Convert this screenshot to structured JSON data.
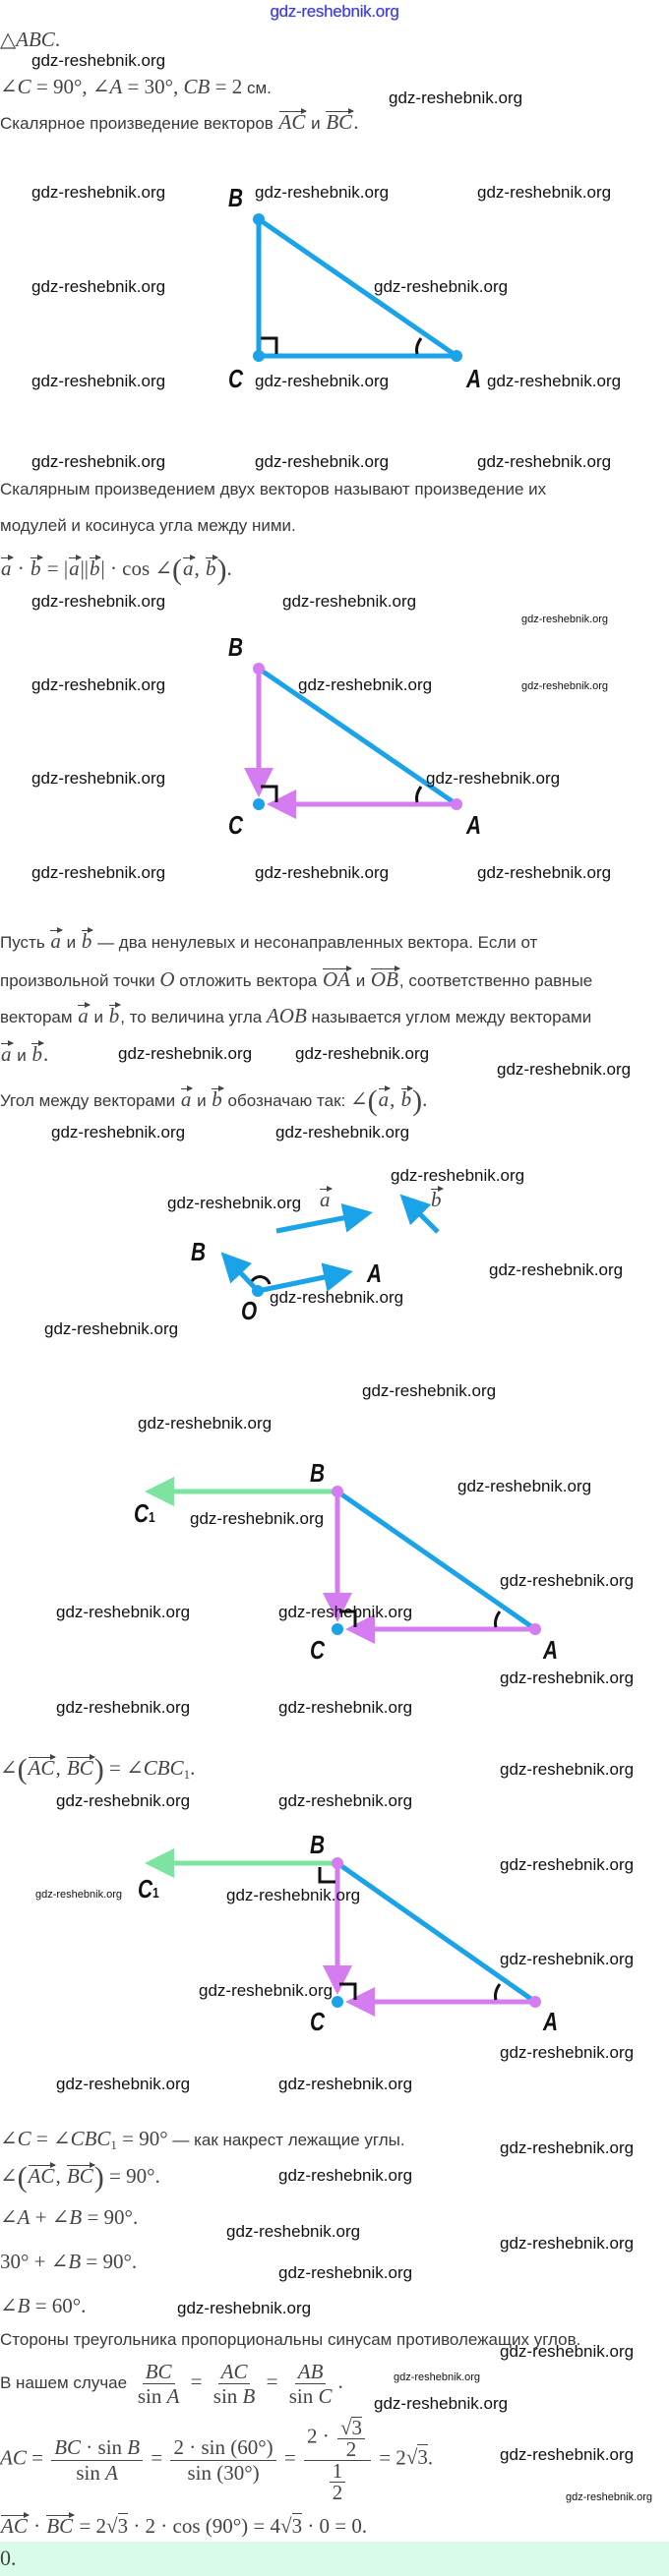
{
  "site_banner": "gdz-reshebnik.org",
  "watermark": "gdz-reshebnik.org",
  "colors": {
    "blue": "#1aa3e8",
    "purple": "#d47cf0",
    "green": "#7de3a0",
    "answer_bg": "#d9fbe9"
  },
  "text": {
    "l1": [
      {
        "r": "△"
      },
      {
        "m": "ABC"
      },
      {
        "r": "."
      }
    ],
    "l2": [
      {
        "r": "∠"
      },
      {
        "m": "C"
      },
      {
        "r": " = 90°, ∠"
      },
      {
        "m": "A"
      },
      {
        "r": " = 30°, "
      },
      {
        "m": "CB"
      },
      {
        "r": " = 2"
      },
      " см."
    ],
    "l3": [
      "Скалярное произведение векторов ",
      {
        "v": "AC"
      },
      " и ",
      {
        "v": "BC"
      },
      {
        "r": "."
      }
    ],
    "l4": [
      "Скалярным произведением двух векторов называют произведение их"
    ],
    "l5": [
      "модулей и косинуса угла между ними."
    ],
    "l6": [
      {
        "v": "a"
      },
      {
        "r": " · "
      },
      {
        "v": "b"
      },
      {
        "r": " = |"
      },
      {
        "v": "a"
      },
      {
        "r": "||"
      },
      {
        "v": "b"
      },
      {
        "r": "| · cos ∠"
      },
      {
        "p": [
          {
            "v": "a"
          },
          {
            "r": ", "
          },
          {
            "v": "b"
          }
        ]
      },
      {
        "r": "."
      }
    ],
    "l7": [
      "Пусть ",
      {
        "v": "a"
      },
      " и ",
      {
        "v": "b"
      },
      " — два ненулевых и несонаправленных вектора. Если от"
    ],
    "l8": [
      "произвольной точки ",
      {
        "m": "O"
      },
      " отложить вектора ",
      {
        "v": "OA"
      },
      " и ",
      {
        "v": "OB"
      },
      ", соответственно равные"
    ],
    "l9": [
      "векторам ",
      {
        "v": "a"
      },
      " и ",
      {
        "v": "b"
      },
      ", то величина угла ",
      {
        "m": "AOB"
      },
      " называется углом между векторами"
    ],
    "l10": [
      {
        "v": "a"
      },
      " и ",
      {
        "v": "b"
      },
      {
        "r": "."
      }
    ],
    "l11": [
      "Угол между векторами ",
      {
        "v": "a"
      },
      " и ",
      {
        "v": "b"
      },
      " обозначаю так: ",
      {
        "r": "∠"
      },
      {
        "p": [
          {
            "v": "a"
          },
          {
            "r": ", "
          },
          {
            "v": "b"
          }
        ]
      },
      {
        "r": "."
      }
    ],
    "l12": [
      {
        "r": "∠"
      },
      {
        "p": [
          {
            "v": "AC"
          },
          {
            "r": ", "
          },
          {
            "v": "BC"
          }
        ]
      },
      {
        "r": " = ∠"
      },
      {
        "m": "CBC"
      },
      {
        "sub": "1"
      },
      {
        "r": "."
      }
    ],
    "l13": [
      {
        "r": "∠"
      },
      {
        "m": "C"
      },
      {
        "r": " = ∠"
      },
      {
        "m": "CBC"
      },
      {
        "sub": "1"
      },
      {
        "r": " = 90°"
      },
      " — как накрест лежащие углы."
    ],
    "l14": [
      {
        "r": "∠"
      },
      {
        "p": [
          {
            "v": "AC"
          },
          {
            "r": ", "
          },
          {
            "v": "BC"
          }
        ]
      },
      {
        "r": " = 90°."
      }
    ],
    "l15": [
      {
        "r": "∠"
      },
      {
        "m": "A"
      },
      {
        "r": " + ∠"
      },
      {
        "m": "B"
      },
      {
        "r": " = 90°."
      }
    ],
    "l16": [
      {
        "r": "30° + ∠"
      },
      {
        "m": "B"
      },
      {
        "r": " = 90°."
      }
    ],
    "l17": [
      {
        "r": "∠"
      },
      {
        "m": "B"
      },
      {
        "r": " = 60°."
      }
    ],
    "l18": [
      "Стороны треугольника пропорциональны синусам противолежащих углов."
    ],
    "l19": [
      "В нашем случае ",
      {
        "f": {
          "n": [
            {
              "m": "BC"
            }
          ],
          "d": [
            {
              "r": "sin "
            },
            {
              "m": "A"
            }
          ]
        }
      },
      {
        "r": " = "
      },
      {
        "f": {
          "n": [
            {
              "m": "AC"
            }
          ],
          "d": [
            {
              "r": "sin "
            },
            {
              "m": "B"
            }
          ]
        }
      },
      {
        "r": " = "
      },
      {
        "f": {
          "n": [
            {
              "m": "AB"
            }
          ],
          "d": [
            {
              "r": "sin "
            },
            {
              "m": "C"
            }
          ]
        }
      },
      {
        "r": "."
      }
    ],
    "l20": [
      {
        "m": "AC"
      },
      {
        "r": " = "
      },
      {
        "f": {
          "n": [
            {
              "m": "BC"
            },
            {
              "r": " · sin "
            },
            {
              "m": "B"
            }
          ],
          "d": [
            {
              "r": "sin "
            },
            {
              "m": "A"
            }
          ]
        }
      },
      {
        "r": " = "
      },
      {
        "f": {
          "n": [
            {
              "r": "2 · sin (60°)"
            }
          ],
          "d": [
            {
              "r": "sin (30°)"
            }
          ]
        }
      },
      {
        "r": " = "
      },
      {
        "f": {
          "n": [
            {
              "r": "2 · "
            },
            {
              "f": {
                "n": [
                  {
                    "sq": "3"
                  }
                ],
                "d": [
                  {
                    "r": "2"
                  }
                ]
              }
            }
          ],
          "d": [
            {
              "f": {
                "n": [
                  {
                    "r": "1"
                  }
                ],
                "d": [
                  {
                    "r": "2"
                  }
                ]
              }
            }
          ]
        }
      },
      {
        "r": " = 2"
      },
      {
        "sq": "3"
      },
      {
        "r": "."
      }
    ],
    "l21": [
      {
        "v": "AC"
      },
      {
        "r": " · "
      },
      {
        "v": "BC"
      },
      {
        "r": " = 2"
      },
      {
        "sq": "3"
      },
      {
        "r": " · 2 · cos (90°) = 4"
      },
      {
        "sq": "3"
      },
      {
        "r": " · 0 = 0."
      }
    ]
  },
  "labels": {
    "A": "A",
    "B": "B",
    "C": "C",
    "O": "O",
    "C1": "C",
    "C1_sub": "1",
    "vec_a": "a",
    "vec_b": "b"
  },
  "answer": "0."
}
